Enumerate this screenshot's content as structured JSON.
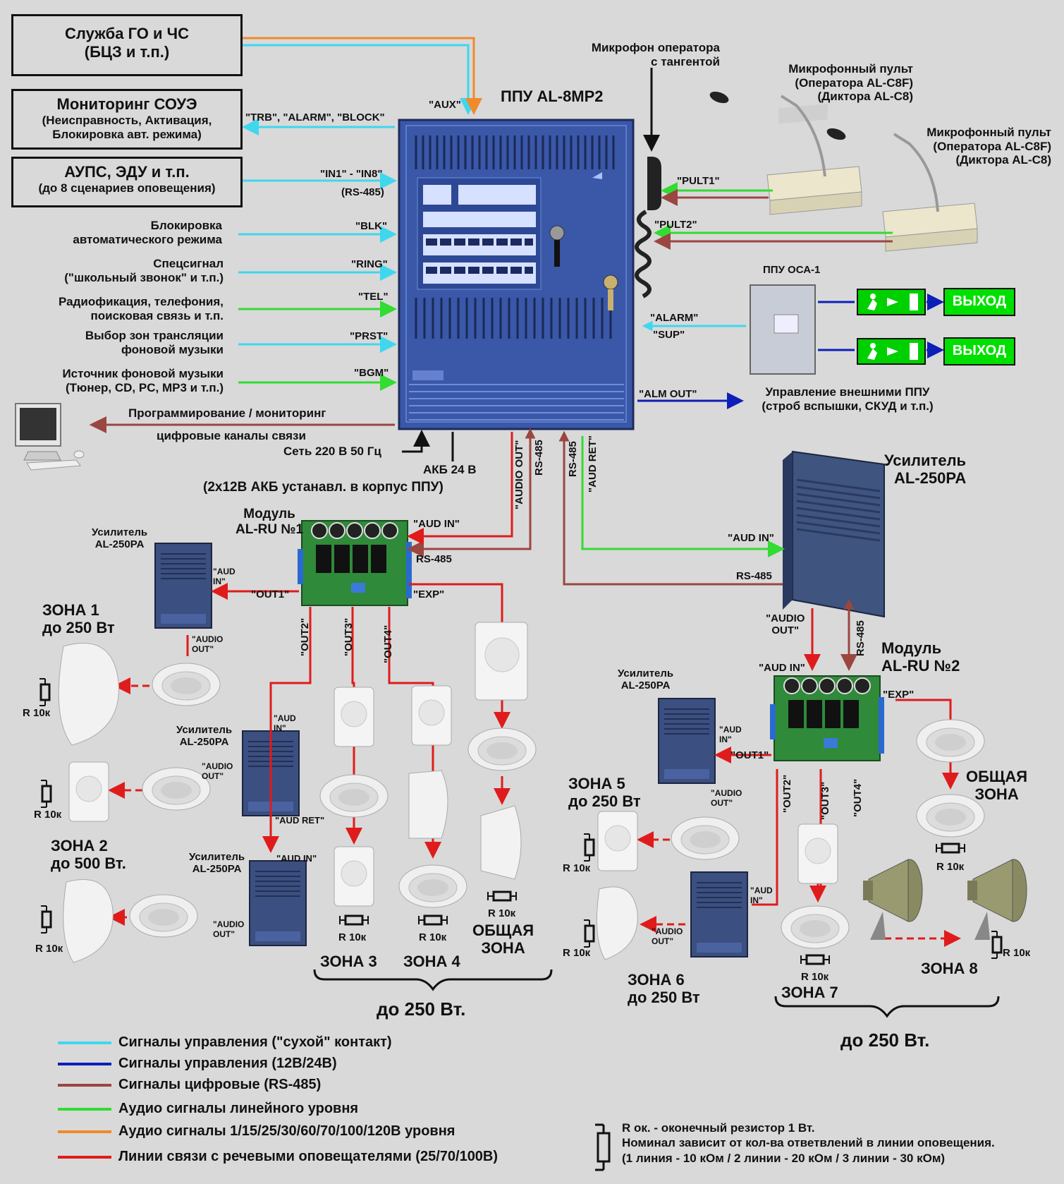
{
  "colors": {
    "background": "#d9d9d9",
    "control_dry": "#3fd7ee",
    "control_12_24": "#0d1fb8",
    "digital_rs485": "#9b4640",
    "audio_line": "#32dc32",
    "audio_power": "#f08a2a",
    "speaker_lines": "#e01b1b",
    "cabinet": "#3a55a0",
    "exit_green": "#00e000"
  },
  "left_boxes": {
    "go_chs": {
      "title": "Служба ГО и ЧС",
      "subtitle": "(БЦЗ и т.п.)"
    },
    "monitoring": {
      "title": "Мониторинг СОУЭ",
      "line2": "(Неисправность, Активация,",
      "line3": "Блокировка авт. режима)"
    },
    "aups": {
      "title": "АУПС, ЭДУ и т.п.",
      "subtitle": "(до 8 сценариев оповещения)"
    }
  },
  "left_inputs": [
    {
      "line1": "Блокировка",
      "line2": "автоматического режима",
      "signal": "\"BLK\""
    },
    {
      "line1": "Спецсигнал",
      "line2": "(\"школьный звонок\" и т.п.)",
      "signal": "\"RING\""
    },
    {
      "line1": "Радиофикация, телефония,",
      "line2": "поисковая связь и т.п.",
      "signal": "\"TEL\""
    },
    {
      "line1": "Выбор зон трансляции",
      "line2": "фоновой музыки",
      "signal": "\"PRST\""
    },
    {
      "line1": "Источник фоновой музыки",
      "line2": "(Тюнер, CD, PC, MP3 и т.п.)",
      "signal": "\"BGM\""
    }
  ],
  "signals": {
    "aux": "\"AUX\"",
    "trb": "\"TRB\", \"ALARM\", \"BLOCK\"",
    "in18": "\"IN1\" - \"IN8\"",
    "rs485_paren": "(RS-485)",
    "pult1": "\"PULT1\"",
    "pult2": "\"PULT2\"",
    "alarm": "\"ALARM\"",
    "sup": "\"SUP\"",
    "alm_out": "\"ALM OUT\"",
    "audio_out": "\"AUDIO OUT\"",
    "rs485": "RS-485",
    "aud_ret": "\"AUD RET\"",
    "aud_in": "\"AUD IN\"",
    "out1": "\"OUT1\"",
    "out2": "\"OUT2\"",
    "out3": "\"OUT3\"",
    "out4": "\"OUT4\"",
    "exp": "\"EXP\"",
    "aud_in_split_1": "\"AUD",
    "aud_in_split_2": "IN\"",
    "audio_out_split_1": "\"AUDIO",
    "audio_out_split_2": "OUT\"",
    "aud_ret_q": "\"AUD RET\""
  },
  "main_unit": {
    "title": "ППУ AL-8MP2"
  },
  "mic_operator": {
    "line1": "Микрофон оператора",
    "line2": "с тангентой"
  },
  "mic_console_1": {
    "line1": "Микрофонный пульт",
    "line2": "(Оператора AL-C8F)",
    "line3": "(Диктора AL-C8)"
  },
  "mic_console_2": {
    "line1": "Микрофонный пульт",
    "line2": "(Оператора AL-C8F)",
    "line3": "(Диктора AL-C8)"
  },
  "oca": {
    "title": "ППУ ОСА-1"
  },
  "exit_label": "ВЫХОД",
  "ext_control": {
    "line1": "Управление внешними ППУ",
    "line2": "(строб вспышки, СКУД и т.п.)"
  },
  "programming": {
    "line1": "Программирование / мониторинг",
    "line2": "цифровые каналы связи"
  },
  "power": {
    "mains": "Сеть 220 В 50 Гц",
    "battery": "АКБ 24 В",
    "battery_note": "(2х12В АКБ устанавл. в корпус ППУ)"
  },
  "amp_big": {
    "line1": "Усилитель",
    "line2": "AL-250PA"
  },
  "amp_small": {
    "line1": "Усилитель",
    "line2": "AL-250PA"
  },
  "module1": {
    "line1": "Модуль",
    "line2": "AL-RU №1"
  },
  "module2": {
    "line1": "Модуль",
    "line2": "AL-RU №2"
  },
  "zones": {
    "z1": {
      "name": "ЗОНА 1",
      "power": "до 250 Вт"
    },
    "z2": {
      "name": "ЗОНА 2",
      "power": "до 500 Вт."
    },
    "z3": "ЗОНА 3",
    "z4": "ЗОНА 4",
    "common1": {
      "line1": "ОБЩАЯ",
      "line2": "ЗОНА"
    },
    "group1_power": "до 250 Вт.",
    "z5": {
      "name": "ЗОНА 5",
      "power": "до 250 Вт"
    },
    "z6": {
      "name": "ЗОНА 6",
      "power": "до 250 Вт"
    },
    "z7": "ЗОНА 7",
    "z8": "ЗОНА 8",
    "common2": {
      "line1": "ОБЩАЯ",
      "line2": "ЗОНА"
    },
    "group2_power": "до 250 Вт."
  },
  "resistor_label": "R 10к",
  "legend": [
    {
      "text": "Сигналы управления (\"сухой\" контакт)",
      "color": "#3fd7ee"
    },
    {
      "text": "Сигналы управления (12В/24В)",
      "color": "#0d1fb8"
    },
    {
      "text": "Сигналы цифровые (RS-485)",
      "color": "#9b4640"
    },
    {
      "text": "Аудио сигналы линейного уровня",
      "color": "#32dc32"
    },
    {
      "text": "Аудио сигналы 1/15/25/30/60/70/100/120В уровня",
      "color": "#f08a2a"
    },
    {
      "text": "Линии связи с речевыми оповещателями (25/70/100В)",
      "color": "#e01b1b"
    }
  ],
  "resistor_note": {
    "line1": "R ок. - оконечный резистор 1 Вт.",
    "line2": "Номинал зависит от кол-ва ответвлений в линии оповещения.",
    "line3": "(1 линия - 10 кОм / 2 линии - 20 кОм / 3 линии - 30 кОм)"
  }
}
